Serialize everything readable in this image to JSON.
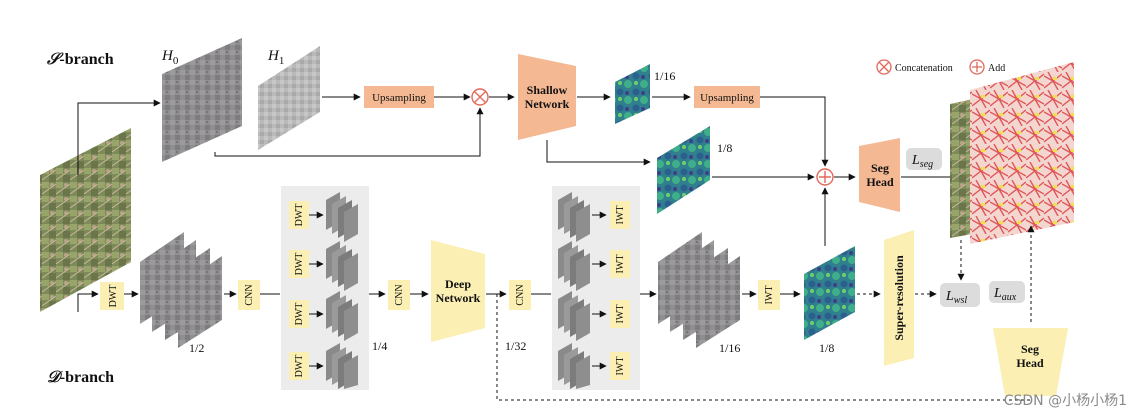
{
  "branches": {
    "s_branch_letter": "𝒮",
    "s_branch_suffix": "-branch",
    "d_branch_letter": "𝒟",
    "d_branch_suffix": "-branch"
  },
  "inputs": {
    "h0_main": "H",
    "h0_sub": "0",
    "h1_main": "H",
    "h1_sub": "1"
  },
  "labels": {
    "upsampling": "Upsampling",
    "shallow_line1": "Shallow",
    "shallow_line2": "Network",
    "deep_line1": "Deep",
    "deep_line2": "Network",
    "seg_line1": "Seg",
    "seg_line2": "Head",
    "dwt": "DWT",
    "iwt": "IWT",
    "cnn": "CNN",
    "super_resolution": "Super-resolution"
  },
  "scales": {
    "s_1_16": "1/16",
    "s_1_8": "1/8",
    "d_1_2": "1/2",
    "d_1_4": "1/4",
    "d_1_32": "1/32",
    "d_1_16": "1/16",
    "d_1_8": "1/8"
  },
  "legend": {
    "concat": "Concatenation",
    "add": "Add"
  },
  "losses": {
    "seg_main": "L",
    "seg_sub": "seg",
    "wsl_main": "L",
    "wsl_sub": "wsl",
    "aux_main": "L",
    "aux_sub": "aux"
  },
  "watermark": "CSDN @小杨小杨1",
  "colors": {
    "orange_block": "#f4b893",
    "yellow_block": "#fbefb4",
    "gray_panel": "#ececec",
    "loss_box": "#dcdcdc",
    "concat_mark": "#e2685a",
    "heat_base": "#2d8a7f"
  }
}
